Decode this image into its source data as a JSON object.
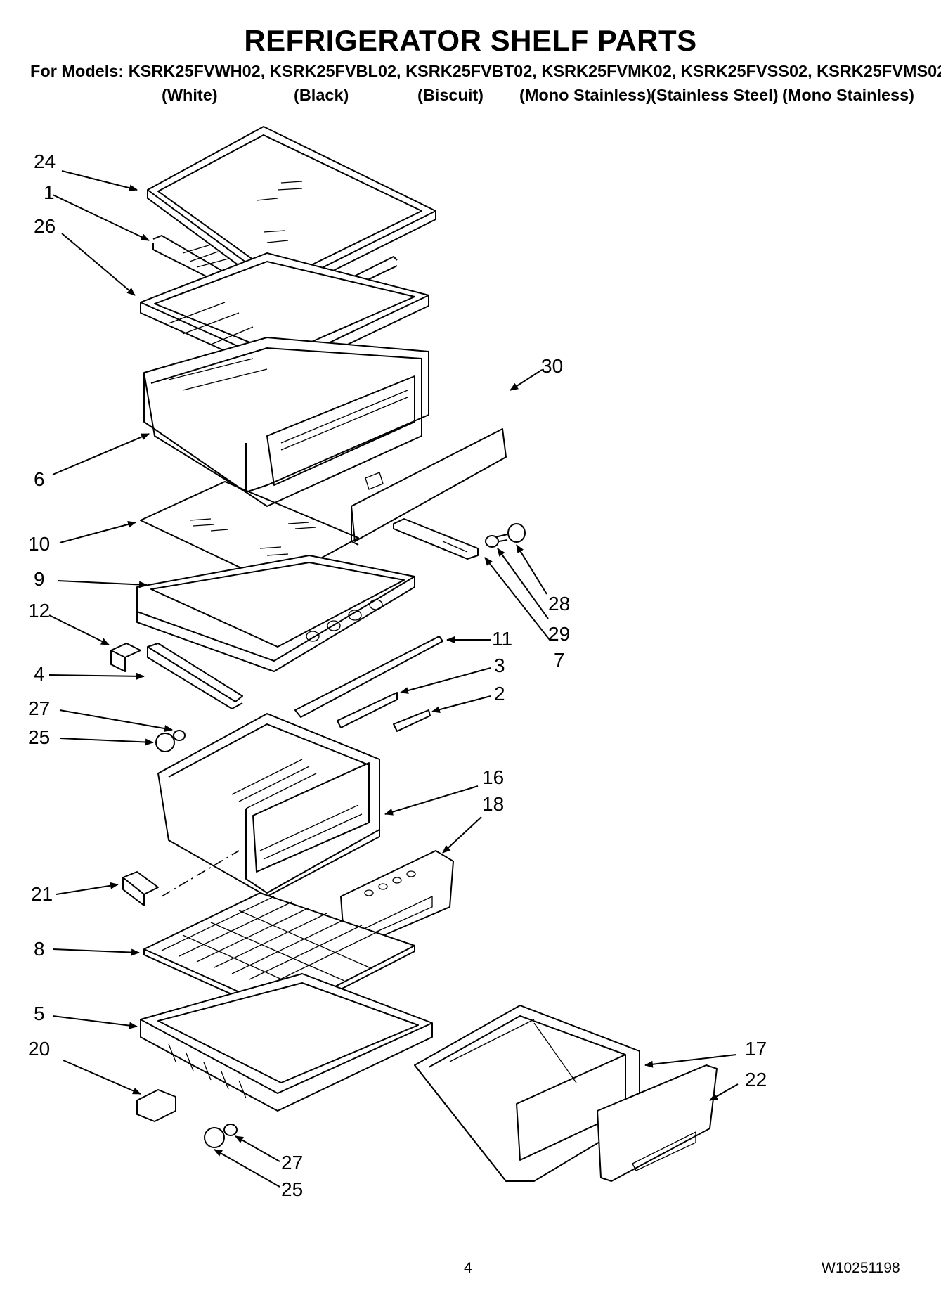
{
  "header": {
    "title": "REFRIGERATOR SHELF PARTS",
    "models_line": "For Models: KSRK25FVWH02, KSRK25FVBL02, KSRK25FVBT02, KSRK25FVMK02, KSRK25FVSS02, KSRK25FVMS02",
    "colors": [
      "(White)",
      "(Black)",
      "(Biscuit)",
      "(Mono Stainless)",
      "(Stainless Steel)",
      "(Mono Stainless)"
    ]
  },
  "callouts": {
    "c24": "24",
    "c1": "1",
    "c26": "26",
    "c30": "30",
    "c6": "6",
    "c10": "10",
    "c9": "9",
    "c28": "28",
    "c29": "29",
    "c7": "7",
    "c12": "12",
    "c11": "11",
    "c4": "4",
    "c3": "3",
    "c2": "2",
    "c27a": "27",
    "c25a": "25",
    "c16": "16",
    "c18": "18",
    "c21": "21",
    "c8": "8",
    "c5": "5",
    "c17": "17",
    "c20": "20",
    "c22": "22",
    "c27b": "27",
    "c25b": "25"
  },
  "footer": {
    "page_number": "4",
    "document_number": "W10251198"
  },
  "colors": {
    "ink": "#000000",
    "paper": "#ffffff"
  }
}
